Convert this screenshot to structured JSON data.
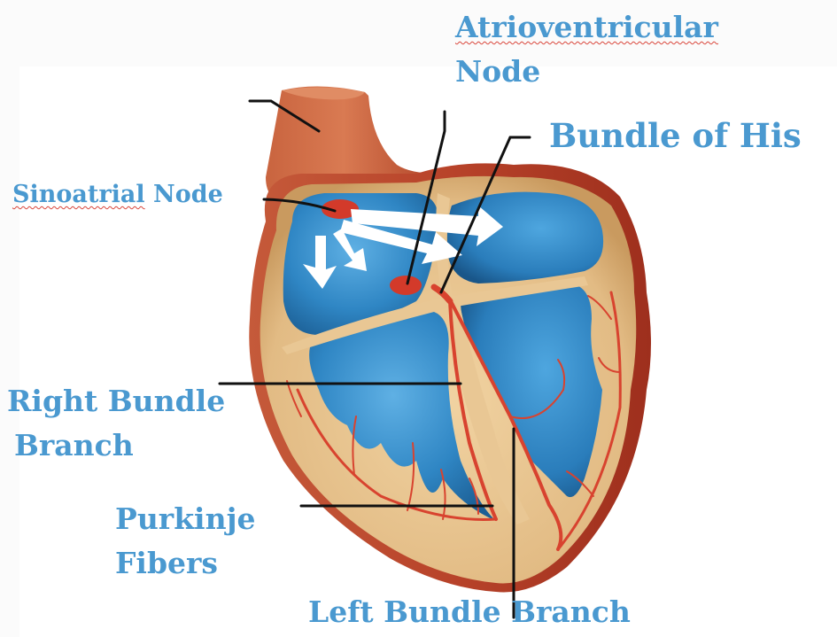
{
  "diagram": {
    "subject": "Cardiac conduction system",
    "colors": {
      "label_text": "#4a99d0",
      "spellcheck_underline": "#d9453a",
      "leader_line": "#111111",
      "myocardium_outer": "#b8432a",
      "heart_wall": "#e7c38f",
      "chamber_blue": "#2f86c4",
      "conduction_red": "#d8432f",
      "arrow_white": "#ffffff"
    },
    "labels": {
      "av_node_line1": "Atrioventricular",
      "av_node_line2": "Node",
      "bundle_of_his": "Bundle of His",
      "sa_node_word1": "Sinoatrial",
      "sa_node_word2": " Node",
      "right_bundle_line1": "Right Bundle",
      "right_bundle_line2": "Branch",
      "purkinje_line1": "Purkinje",
      "purkinje_line2": "Fibers",
      "left_bundle": "Left Bundle Branch"
    },
    "annotations": {
      "spellcheck_flagged_words": [
        "Atrioventricular",
        "Sinoatrial"
      ],
      "impulse_arrows": 4,
      "unlabeled_leader_line": "superior vena cava pointer (no label)"
    }
  }
}
